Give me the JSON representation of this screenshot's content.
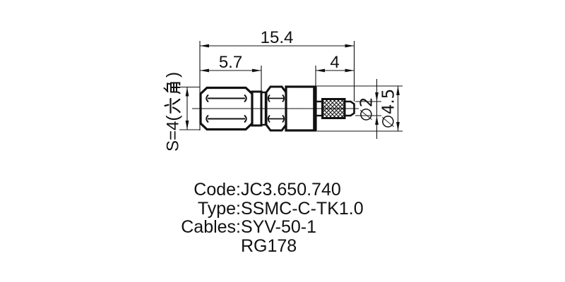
{
  "diagram": {
    "dimensions": {
      "overall_length": "15.4",
      "body_length": "5.7",
      "crimp_length": "4",
      "hex_across_flats": {
        "full": "S=4(六角)",
        "prefix": "S=4(",
        "cjk": "六角",
        "suffix": ")"
      },
      "inner_diameter": "∅2",
      "outer_diameter": "∅4.5"
    },
    "specs": {
      "rows": [
        {
          "label": "Code:",
          "value": "JC3.650.740"
        },
        {
          "label": "Type:",
          "value": "SSMC-C-TK1.0"
        },
        {
          "label": "Cables:",
          "value": "SYV-50-1"
        },
        {
          "label": "",
          "value": "RG178"
        }
      ]
    },
    "colors": {
      "line": "#111111",
      "background": "#ffffff"
    }
  }
}
